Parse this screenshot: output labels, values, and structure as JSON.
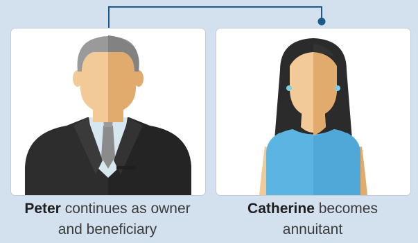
{
  "colors": {
    "background": "#d3e0ed",
    "connector": "#1c5a8a",
    "skin_light": "#f2ca97",
    "skin_dark": "#e1ab6e",
    "suit": "#2d2d2d",
    "top": "#5cb4e2"
  },
  "people": [
    {
      "name": "Peter",
      "caption_line1": "continues as owner",
      "caption_line2": "and beneficiary",
      "illustration": "man-in-suit-illustration"
    },
    {
      "name": "Catherine",
      "caption_line1": "becomes",
      "caption_line2": "annuitant",
      "illustration": "woman-in-blue-top-illustration"
    }
  ]
}
